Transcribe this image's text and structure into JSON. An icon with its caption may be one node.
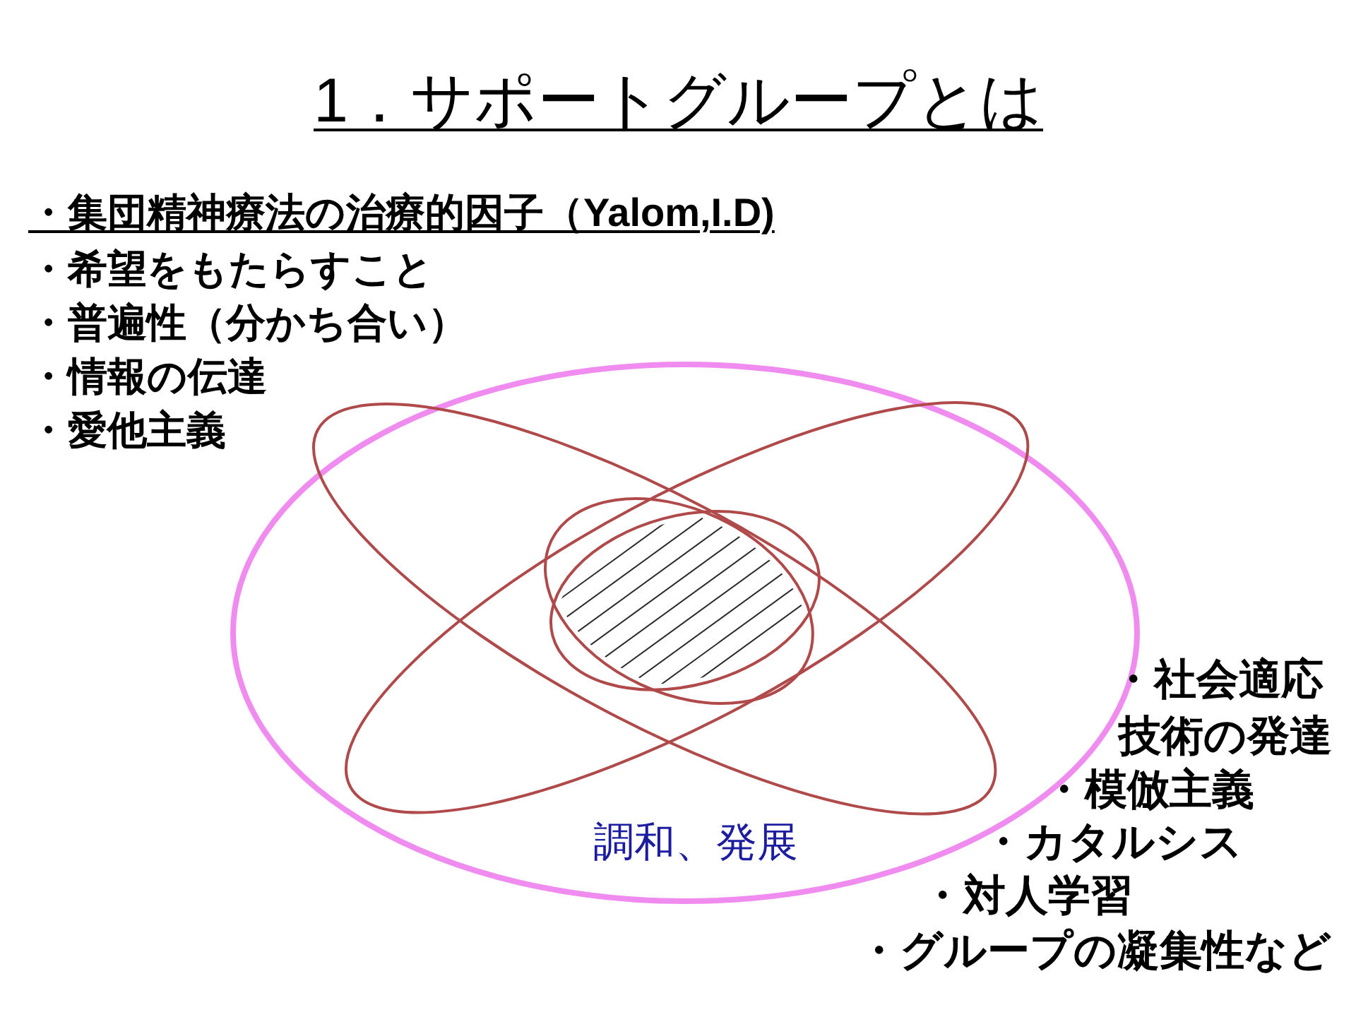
{
  "diagram": {
    "title": "1．サポートグループとは",
    "nodes": [
      {
        "text": [
          "調和、発展"
        ]
      },
      {
        "text": [],
        "shape": "ellipse",
        "in": 0
      },
      {
        "text": [],
        "shape": "ellipse",
        "in": 0
      },
      {
        "text": [],
        "shape": "ellipse",
        "in": 1
      },
      {
        "text": [],
        "shape": "ellipse",
        "in": 1
      }
    ],
    "labels": [
      "・集団精神療法の治療的因子（Yalom,I.D)",
      "・希望をもたらすこと",
      "・普遍性（分かち合い）",
      "・情報の伝達",
      "・愛他主義",
      "・社会適応技術の発達",
      "・模倣主義",
      "・カタルシス",
      "・対人学習",
      "・グループの凝集性など"
    ]
  }
}
